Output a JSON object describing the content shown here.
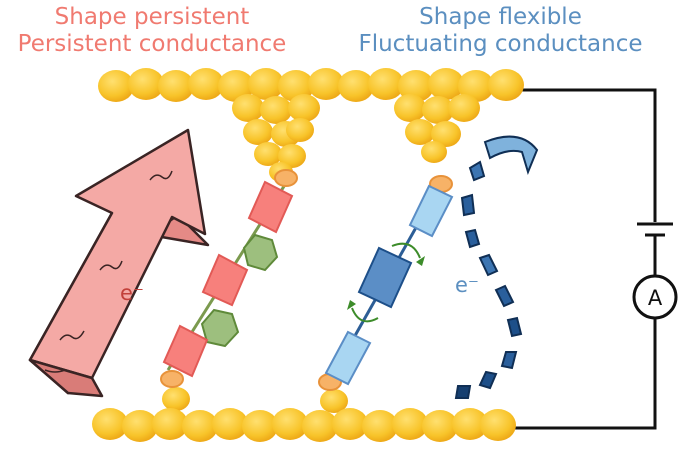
{
  "left_label": {
    "line1": "Shape persistent",
    "line2": "Persistent conductance",
    "color": "#f07a70"
  },
  "right_label": {
    "line1": "Shape flexible",
    "line2": "Fluctuating  conductance",
    "color": "#5b8fc0"
  },
  "electron_left": "e⁻",
  "electron_right": "e⁻",
  "ammeter_symbol": "A",
  "colors": {
    "gold": "#f8c42a",
    "gold_edge": "#f1a81a",
    "red_block": "#f7807c",
    "green_block": "#9dbf7e",
    "light_blue": "#a9d6f2",
    "mid_blue": "#5b8ec6",
    "dark_blue": "#1d4f89",
    "arrow_pink": "#f3a3a0",
    "rotate_green": "#3d8c2a"
  }
}
